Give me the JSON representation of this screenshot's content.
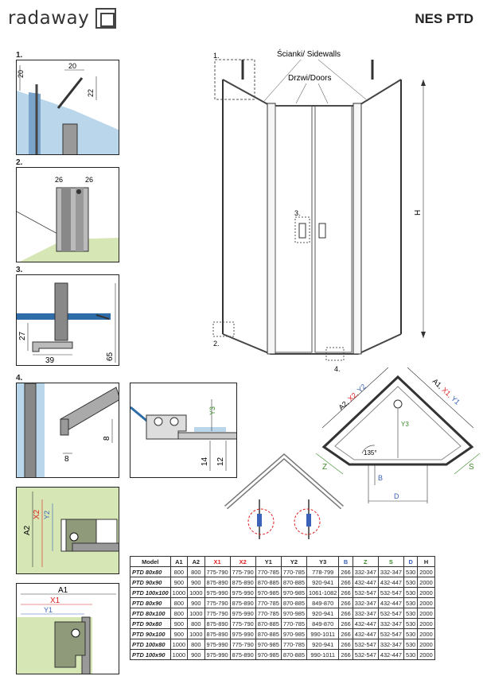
{
  "header": {
    "brand": "radaway",
    "product": "NES PTD"
  },
  "details": {
    "d1": {
      "num": "1.",
      "dims": [
        "20",
        "20",
        "22"
      ]
    },
    "d2": {
      "num": "2.",
      "dims": [
        "26",
        "26"
      ]
    },
    "d3": {
      "num": "3.",
      "dims": [
        "27",
        "39",
        "65"
      ]
    },
    "d4": {
      "num": "4.",
      "dims": [
        "8",
        "8"
      ]
    },
    "d5": {
      "dims": [
        "Y3",
        "14",
        "12"
      ]
    },
    "d6": {
      "dims": [
        "A2",
        "X2",
        "Y2"
      ]
    },
    "d7": {
      "dims": [
        "A1",
        "X1",
        "Y1"
      ]
    }
  },
  "main": {
    "labels": {
      "sidewalls": "Ścianki/ Sidewalls",
      "doors": "Drzwi/Doors",
      "h": "H"
    },
    "callouts": [
      "1.",
      "2.",
      "3.",
      "4."
    ]
  },
  "plan": {
    "a2": "A2,",
    "x2": "X2,",
    "y2": "Y2",
    "a1": "A1,",
    "x1": "X1,",
    "y1": "Y1",
    "y3": "Y3",
    "z": "Z",
    "s": "S",
    "angle": "135°",
    "b": "B",
    "d": "D"
  },
  "colors": {
    "red": "#d22222",
    "blue": "#3a62b8",
    "green": "#3c8a2a"
  },
  "table": {
    "headers": [
      "Model",
      "A1",
      "A2",
      "X1",
      "X2",
      "Y1",
      "Y2",
      "Y3",
      "B",
      "Z",
      "S",
      "D",
      "H"
    ],
    "rows": [
      [
        "PTD 80x80",
        "800",
        "800",
        "775-790",
        "775-790",
        "770-785",
        "770-785",
        "778-799",
        "266",
        "332-347",
        "332-347",
        "530",
        "2000"
      ],
      [
        "PTD 90x90",
        "900",
        "900",
        "875-890",
        "875-890",
        "870-885",
        "870-885",
        "920-941",
        "266",
        "432-447",
        "432-447",
        "530",
        "2000"
      ],
      [
        "PTD 100x100",
        "1000",
        "1000",
        "975-990",
        "975-990",
        "970-985",
        "970-985",
        "1061-1082",
        "266",
        "532-547",
        "532-547",
        "530",
        "2000"
      ],
      [
        "PTD 80x90",
        "800",
        "900",
        "775-790",
        "875-890",
        "770-785",
        "870-885",
        "849-870",
        "266",
        "332-347",
        "432-447",
        "530",
        "2000"
      ],
      [
        "PTD 80x100",
        "800",
        "1000",
        "775-790",
        "975-990",
        "770-785",
        "970-985",
        "920-941",
        "266",
        "332-347",
        "532-547",
        "530",
        "2000"
      ],
      [
        "PTD 90x80",
        "900",
        "800",
        "875-890",
        "775-790",
        "870-885",
        "770-785",
        "849-870",
        "266",
        "432-447",
        "332-347",
        "530",
        "2000"
      ],
      [
        "PTD 90x100",
        "900",
        "1000",
        "875-890",
        "975-990",
        "870-885",
        "970-985",
        "990-1011",
        "266",
        "432-447",
        "532-547",
        "530",
        "2000"
      ],
      [
        "PTD 100x80",
        "1000",
        "800",
        "975-990",
        "775-790",
        "970-985",
        "770-785",
        "920-941",
        "266",
        "532-547",
        "332-347",
        "530",
        "2000"
      ],
      [
        "PTD 100x90",
        "1000",
        "900",
        "975-990",
        "875-890",
        "970-985",
        "870-885",
        "990-1011",
        "266",
        "532-547",
        "432-447",
        "530",
        "2000"
      ]
    ]
  }
}
